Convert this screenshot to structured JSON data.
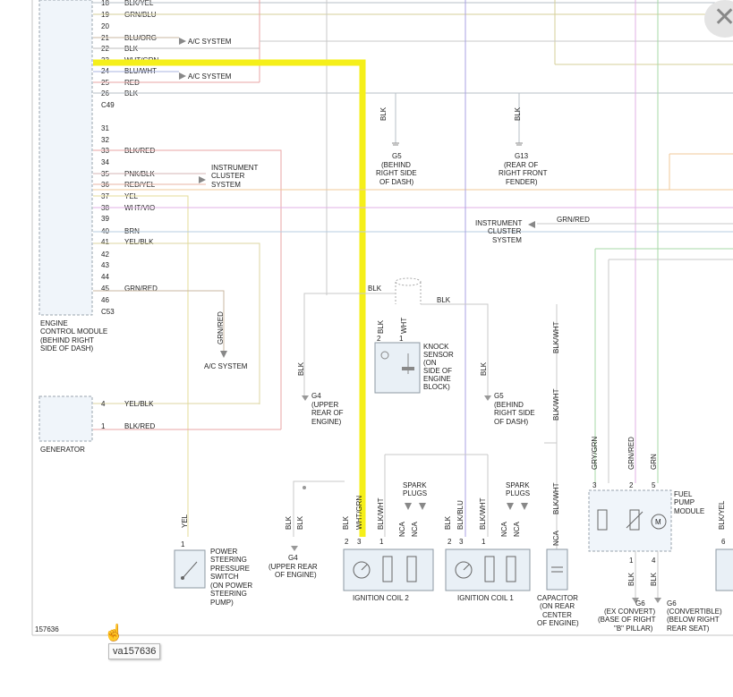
{
  "diagram_id": "157636",
  "tooltip": "va157636",
  "close_glyph": "✕",
  "ecm": {
    "pins_top": [
      {
        "num": "18",
        "label": "BLK/YEL"
      },
      {
        "num": "19",
        "label": "GRN/BLU"
      },
      {
        "num": "20",
        "label": ""
      },
      {
        "num": "21",
        "label": "BLU/ORG"
      },
      {
        "num": "22",
        "label": "BLK"
      },
      {
        "num": "23",
        "label": "WHT/GRN"
      },
      {
        "num": "24",
        "label": "BLU/WHT"
      },
      {
        "num": "25",
        "label": "RED"
      },
      {
        "num": "26",
        "label": "BLK"
      }
    ],
    "conn_c49": "C49",
    "pins_bottom": [
      {
        "num": "31",
        "label": ""
      },
      {
        "num": "32",
        "label": ""
      },
      {
        "num": "33",
        "label": "BLK/RED"
      },
      {
        "num": "34",
        "label": ""
      },
      {
        "num": "35",
        "label": "PNK/BLK"
      },
      {
        "num": "36",
        "label": "RED/YEL"
      },
      {
        "num": "37",
        "label": "YEL"
      },
      {
        "num": "38",
        "label": "WHT/VIO"
      },
      {
        "num": "39",
        "label": ""
      },
      {
        "num": "40",
        "label": "BRN"
      },
      {
        "num": "41",
        "label": "YEL/BLK"
      },
      {
        "num": "42",
        "label": ""
      },
      {
        "num": "43",
        "label": ""
      },
      {
        "num": "44",
        "label": ""
      },
      {
        "num": "45",
        "label": "GRN/RED"
      },
      {
        "num": "46",
        "label": ""
      }
    ],
    "conn_c53": "C53",
    "title": [
      "ENGINE",
      "CONTROL MODULE",
      "(BEHIND RIGHT",
      "SIDE OF DASH)"
    ]
  },
  "ac_system_1": "A/C SYSTEM",
  "ac_system_2": "A/C SYSTEM",
  "ac_system_3": "A/C SYSTEM",
  "grn_red_vertical": "GRN/RED",
  "instrument_cluster_left": [
    "INSTRUMENT",
    "CLUSTER",
    "SYSTEM"
  ],
  "instrument_cluster_right": [
    "INSTRUMENT",
    "CLUSTER",
    "SYSTEM"
  ],
  "grn_red_right": "GRN/RED",
  "generator": {
    "pins": [
      {
        "num": "4",
        "label": "YEL/BLK"
      },
      {
        "num": "1",
        "label": "BLK/RED"
      }
    ],
    "title": "GENERATOR"
  },
  "g5_top": {
    "wire": "BLK",
    "name": "G5",
    "desc": [
      "(BEHIND",
      "RIGHT SIDE",
      "OF DASH)"
    ]
  },
  "g13": {
    "wire": "BLK",
    "name": "G13",
    "desc": [
      "(REAR OF",
      "RIGHT FRONT",
      "FENDER)"
    ]
  },
  "knock_sensor": {
    "wire_left": "BLK",
    "wire_right": "BLK",
    "pin2": "2",
    "pin1": "1",
    "pin2_wire": "BLK",
    "pin1_wire": "WHT",
    "desc": [
      "KNOCK",
      "SENSOR",
      "(ON",
      "SIDE OF",
      "ENGINE",
      "BLOCK)"
    ]
  },
  "g4_upper": {
    "wire": "BLK",
    "name": "G4",
    "desc": [
      "(UPPER",
      "REAR OF",
      "ENGINE)"
    ]
  },
  "g5_mid": {
    "wire": "BLK",
    "name": "G5",
    "desc": [
      "(BEHIND",
      "RIGHT SIDE",
      "OF DASH)"
    ]
  },
  "blk_wht_capacitor_top": "BLK/WHT",
  "blk_wht_capacitor_mid": "BLK/WHT",
  "blk_wht_capacitor_low": "BLK/WHT",
  "nca_capacitor": "NCA",
  "power_steering": {
    "wire": "YEL",
    "pin": "1",
    "desc": [
      "POWER",
      "STEERING",
      "PRESSURE",
      "SWITCH",
      "(ON POWER",
      "STEERING",
      "PUMP)"
    ]
  },
  "g4_lower": {
    "wire1": "BLK",
    "wire2": "BLK",
    "name": "G4",
    "desc": [
      "(UPPER REAR",
      "OF ENGINE)"
    ]
  },
  "coil2": {
    "pins": [
      "2",
      "3",
      "1"
    ],
    "wires": [
      "BLK",
      "WHT/GRN",
      "BLK/WHT"
    ],
    "nca": [
      "NCA",
      "NCA"
    ],
    "plugs": [
      "SPARK",
      "PLUGS"
    ],
    "title": "IGNITION COIL 2"
  },
  "coil1": {
    "pins": [
      "2",
      "3",
      "1"
    ],
    "wires": [
      "BLK",
      "BLK/BLU",
      "BLK/WHT"
    ],
    "nca": [
      "NCA",
      "NCA"
    ],
    "plugs": [
      "SPARK",
      "PLUGS"
    ],
    "title": "IGNITION COIL 1"
  },
  "capacitor": [
    "CAPACITOR",
    "(ON REAR",
    "CENTER",
    "OF ENGINE)"
  ],
  "fuel_pump": {
    "pins_top": [
      "3",
      "2",
      "5"
    ],
    "wires_top": [
      "GRY/GRN",
      "GRN/RED",
      "GRN"
    ],
    "pins_bottom": [
      "1",
      "4"
    ],
    "wires_bottom": [
      "BLK",
      "BLK"
    ],
    "motor": "M",
    "desc": [
      "FUEL",
      "PUMP",
      "MODULE"
    ]
  },
  "g6_ex": {
    "name": "G6",
    "desc": [
      "(EX CONVERT)",
      "(BASE OF RIGHT",
      "\"B\" PILLAR)"
    ]
  },
  "g6_conv": {
    "name": "G6",
    "desc": [
      "(CONVERTIBLE)",
      "(BELOW RIGHT",
      "REAR SEAT)"
    ]
  },
  "edge_right": {
    "pin": "6",
    "wire": "BLK/YEL"
  },
  "colors": {
    "highlight": "#f5ef1a",
    "wire_pink": "#e8a5a5",
    "wire_blue": "#a9a2e3",
    "wire_olive": "#d6cf98"
  }
}
